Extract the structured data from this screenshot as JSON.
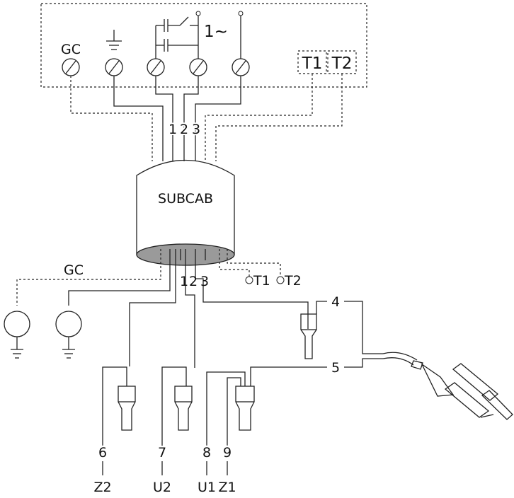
{
  "diagram": {
    "panel": {
      "gc_label": "GC",
      "phase_label": "1~",
      "t1_label": "T1",
      "t2_label": "T2",
      "top_wire_labels": [
        "1",
        "2",
        "3"
      ]
    },
    "cable": {
      "label": "SUBCAB",
      "bottom_wire_labels": [
        "1",
        "2",
        "3"
      ],
      "gc_label": "GC",
      "t1_label": "T1",
      "t2_label": "T2"
    },
    "motor": {
      "lead_numbers": [
        "4",
        "5"
      ],
      "terminals": [
        {
          "number": "6",
          "name": "Z2"
        },
        {
          "number": "7",
          "name": "U2"
        },
        {
          "number": "8",
          "name": "U1"
        },
        {
          "number": "9",
          "name": "Z1"
        }
      ]
    }
  }
}
